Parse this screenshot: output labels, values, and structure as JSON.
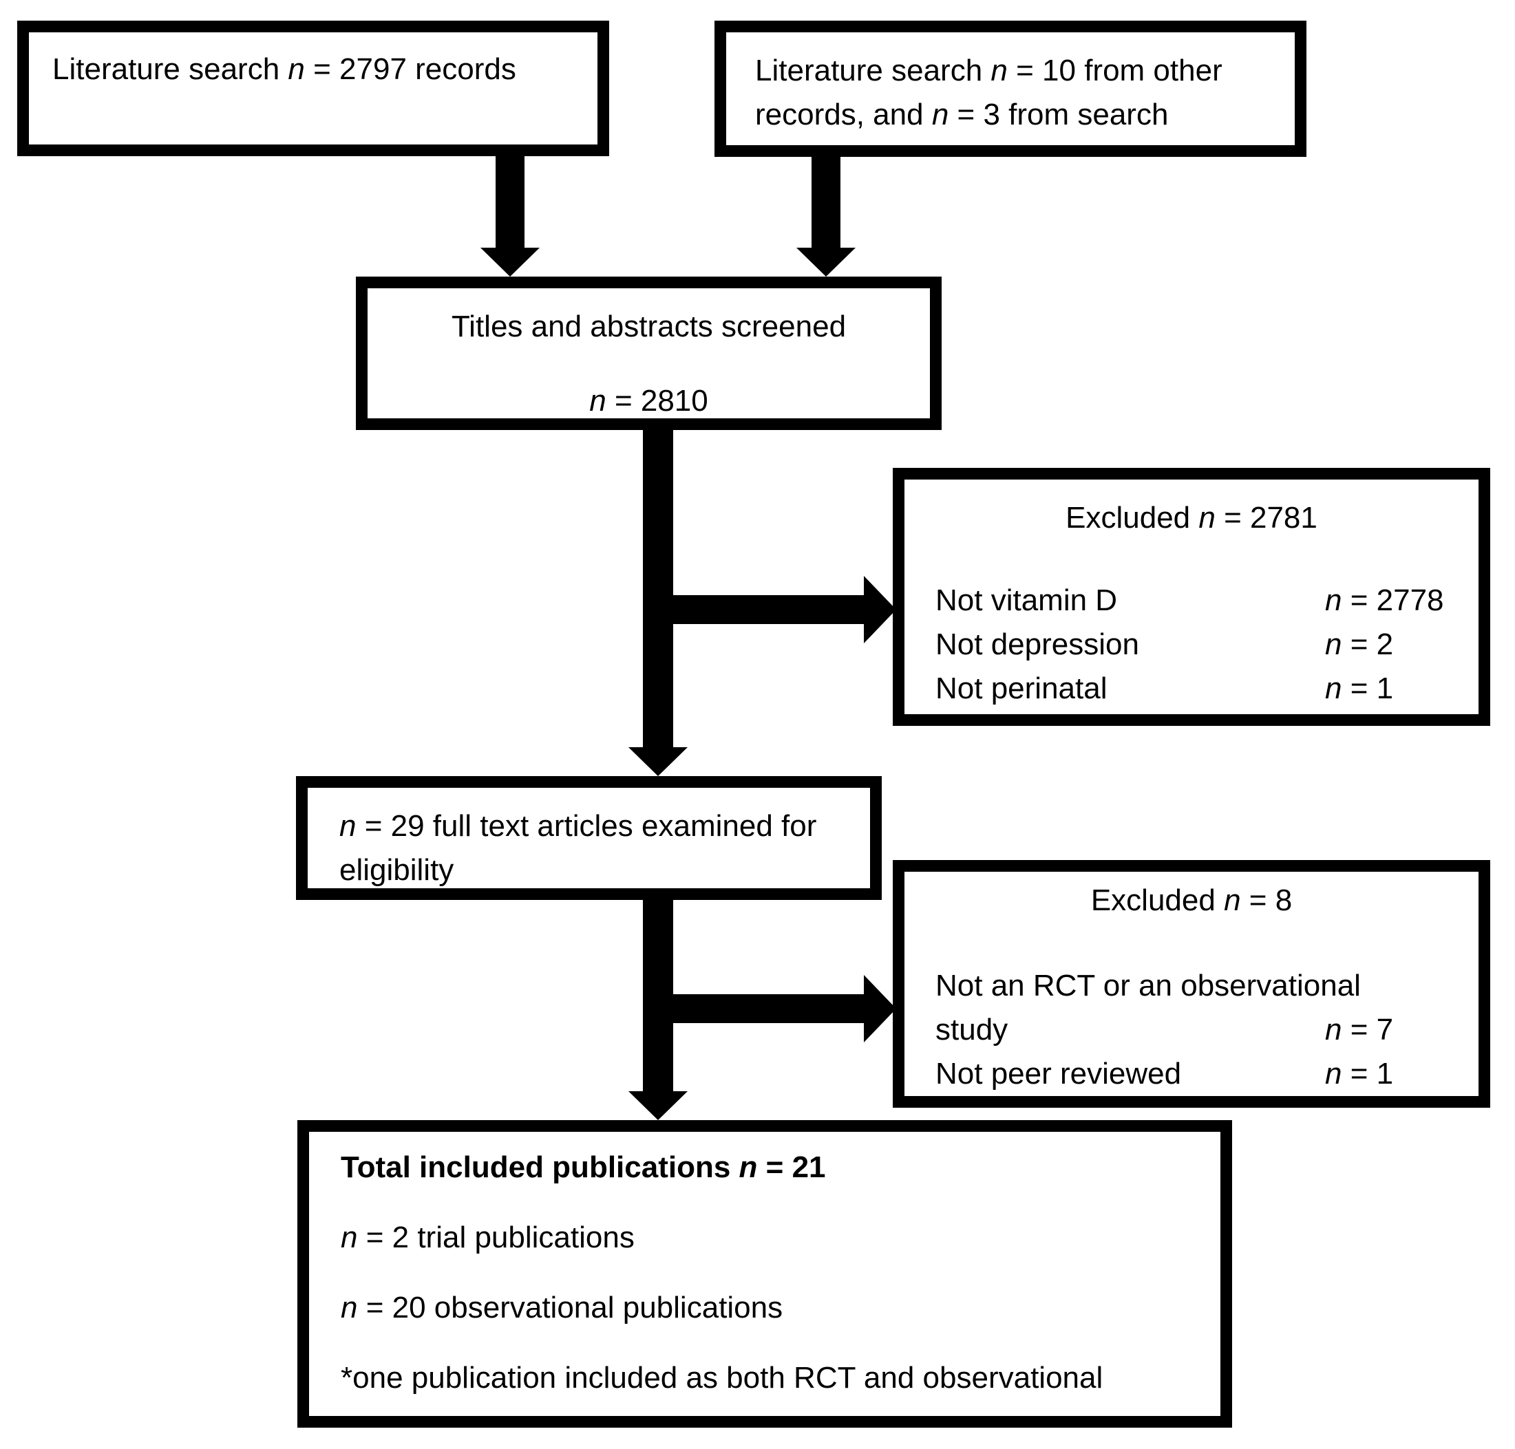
{
  "diagram": {
    "background_color": "#ffffff",
    "line_color": "#000000",
    "boxes": {
      "search_records": {
        "text": "Literature search n = 2797 records"
      },
      "search_other": {
        "text": "Literature search n = 10 from other records, and n = 3 from search"
      },
      "screened": {
        "line1": "Titles and abstracts screened",
        "line2": "n = 2810"
      },
      "excluded_screening": {
        "title": "Excluded n = 2781",
        "rows": [
          {
            "label": "Not vitamin D",
            "value": "n = 2778"
          },
          {
            "label": "Not depression",
            "value": "n = 2"
          },
          {
            "label": "Not perinatal",
            "value": "n = 1"
          }
        ]
      },
      "fulltext": {
        "text": "n = 29 full text articles examined for eligibility"
      },
      "excluded_fulltext": {
        "title": "Excluded n = 8",
        "rows": [
          {
            "label": "Not an RCT or an observational study",
            "value": "n = 7"
          },
          {
            "label": "Not peer reviewed",
            "value": "n = 1"
          }
        ]
      },
      "included": {
        "title": "Total included publications n = 21",
        "lines": [
          "n = 2 trial publications",
          "n = 20 observational publications",
          "*one publication included as both RCT and observational"
        ]
      }
    }
  }
}
